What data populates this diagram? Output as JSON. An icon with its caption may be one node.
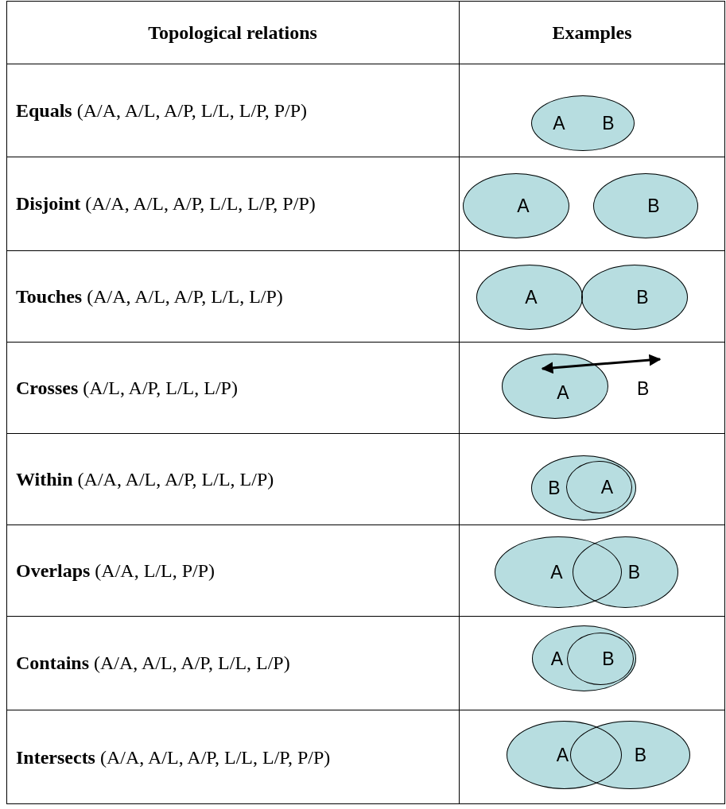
{
  "diagram": {
    "nodes": [
      {
        "text": [
          "A",
          "B"
        ]
      },
      {
        "text": [
          "A"
        ]
      },
      {
        "text": [
          "B"
        ]
      },
      {
        "text": [
          "A"
        ]
      },
      {
        "text": [
          "B"
        ]
      },
      {
        "text": [
          "A"
        ]
      },
      {
        "text": [
          "B"
        ]
      },
      {
        "text": [
          "A"
        ],
        "in": 6
      },
      {
        "text": [
          "A"
        ]
      },
      {
        "text": [
          "B"
        ]
      },
      {
        "text": [
          "A"
        ]
      },
      {
        "text": [
          "B"
        ],
        "in": 10
      },
      {
        "text": [
          "A"
        ]
      },
      {
        "text": [
          "B"
        ]
      }
    ],
    "edges": [],
    "labels": [
      "Topological relations",
      "Examples",
      "**Equals** (A/A, A/L, A/P, L/L, L/P, P/P)",
      "**Disjoint** (A/A, A/L, A/P, L/L, L/P, P/P)",
      "**Touches** (A/A, A/L, A/P, L/L, L/P)",
      "**Crosses** (A/L, A/P, L/L, L/P)",
      "B",
      "**Within** (A/A, A/L, A/P, L/L, L/P)",
      "**Overlaps** (A/A, L/L, P/P)",
      "**Contains** (A/A, A/L, A/P, L/L, L/P)",
      "**Intersects** (A/A, A/L, A/P, L/L, L/P, P/P)"
    ]
  }
}
